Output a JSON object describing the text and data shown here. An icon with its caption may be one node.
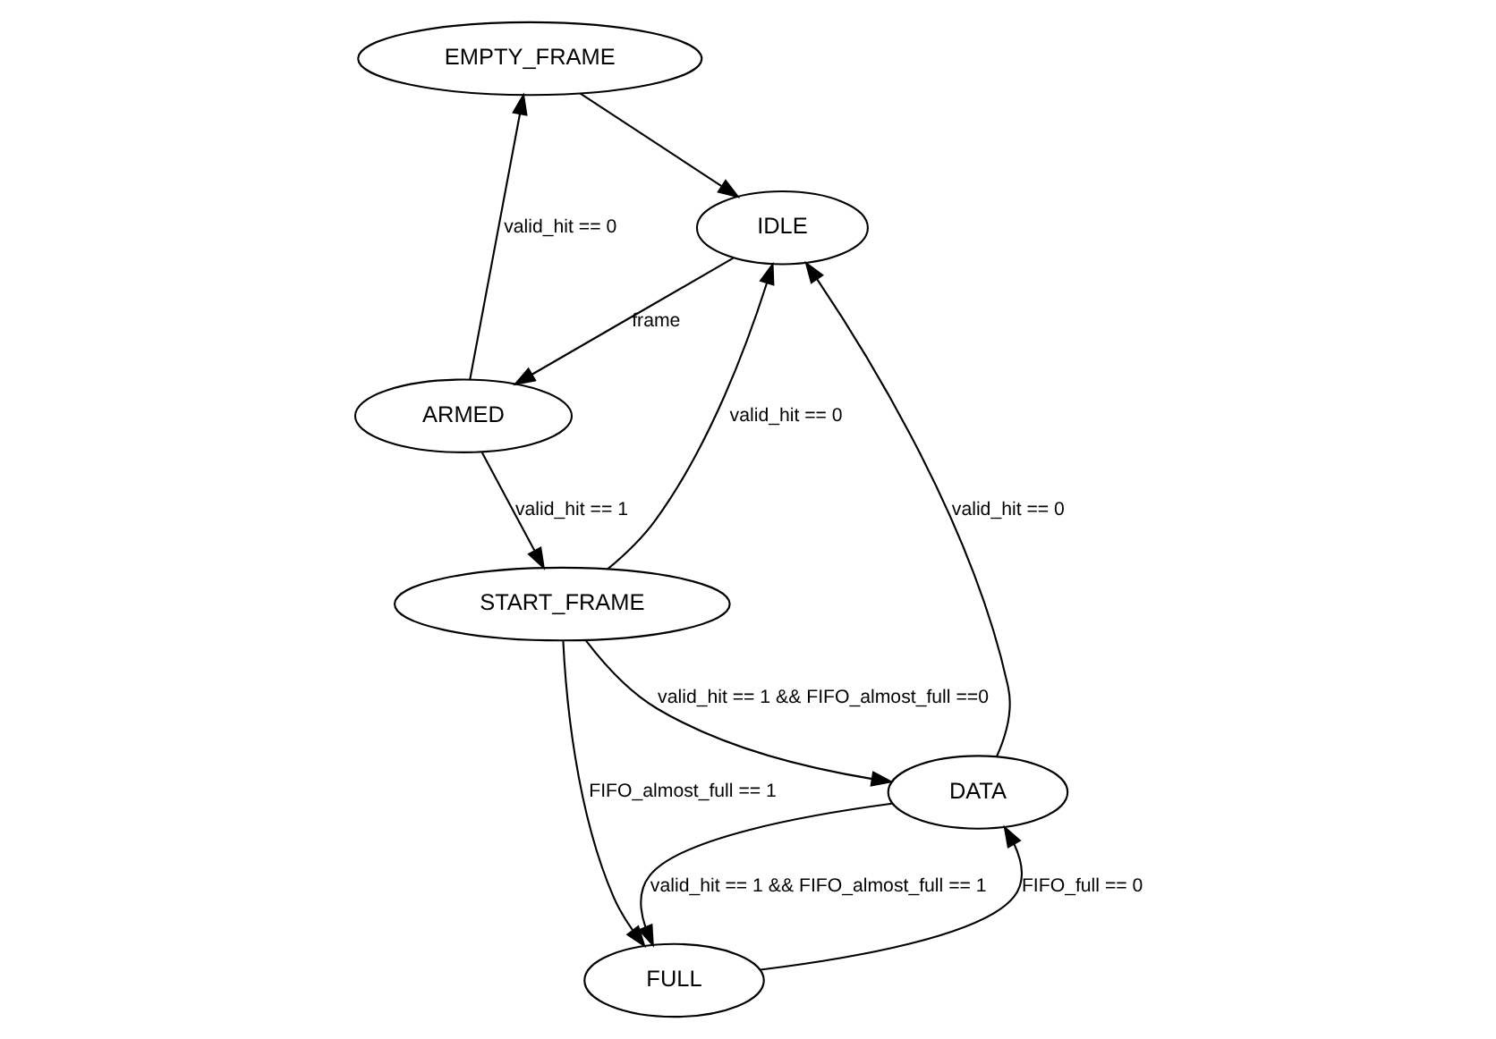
{
  "diagram": {
    "nodes": [
      {
        "text": [
          "EMPTY_FRAME"
        ]
      },
      {
        "text": [
          "IDLE"
        ]
      },
      {
        "text": [
          "ARMED"
        ]
      },
      {
        "text": [
          "FULL"
        ]
      },
      {
        "text": [
          "START_FRAME"
        ]
      },
      {
        "text": [
          "DATA"
        ]
      }
    ],
    "edges": [
      {
        "from": 0,
        "to": 1,
        "arrow": "to"
      },
      {
        "from": 1,
        "to": 2,
        "arrow": "to",
        "label": "frame"
      },
      {
        "from": 2,
        "to": 0,
        "arrow": "to",
        "label": "valid_hit == 0"
      },
      {
        "from": 2,
        "to": 4,
        "arrow": "to",
        "label": "valid_hit == 1"
      },
      {
        "from": 4,
        "to": 1,
        "arrow": "to",
        "label": "valid_hit == 0"
      },
      {
        "from": 4,
        "to": 3,
        "arrow": "to",
        "label": "FIFO_almost_full == 1"
      },
      {
        "from": 4,
        "to": 5,
        "arrow": "to",
        "label": "valid_hit == 1 && FIFO_almost_full ==0"
      },
      {
        "from": 3,
        "to": 5,
        "arrow": "to",
        "label": "FIFO_full == 0"
      },
      {
        "from": 5,
        "to": 3,
        "arrow": "to",
        "label": "valid_hit == 1 && FIFO_almost_full == 1"
      },
      {
        "from": 5,
        "to": 1,
        "arrow": "to",
        "label": "valid_hit == 0"
      }
    ]
  }
}
